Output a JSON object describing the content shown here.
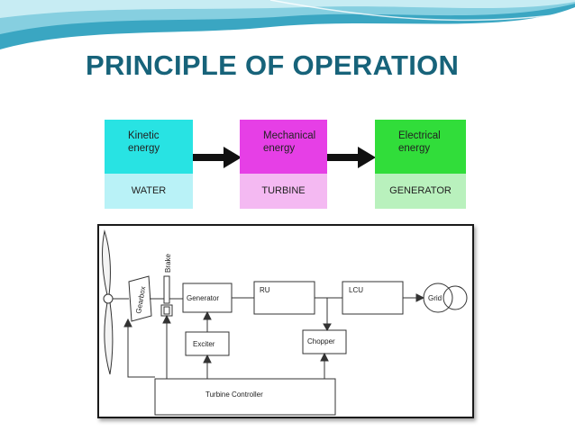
{
  "slide": {
    "title": "PRINCIPLE OF OPERATION"
  },
  "energy_chain": [
    {
      "line1": "Kinetic",
      "line2": "energy",
      "caption": "WATER"
    },
    {
      "line1": "Mechanical",
      "line2": "energy",
      "caption": "TURBINE"
    },
    {
      "line1": "Electrical",
      "line2": "energy",
      "caption": "GENERATOR"
    }
  ],
  "diagram": {
    "gearbox": "Gearbox",
    "brake": "Brake",
    "generator": "Generator",
    "ru": "RU",
    "lcu": "LCU",
    "grid": "Grid",
    "exciter": "Exciter",
    "chopper": "Chopper",
    "turbine_controller": "Turbine Controller"
  },
  "colors": {
    "title": "#17637a",
    "kinetic": "#28e3e3",
    "water": "#b9f2f7",
    "mechanical": "#e63fe6",
    "turbine": "#f4b9f2",
    "electrical": "#31dd3a",
    "generator": "#b9f1bd"
  }
}
